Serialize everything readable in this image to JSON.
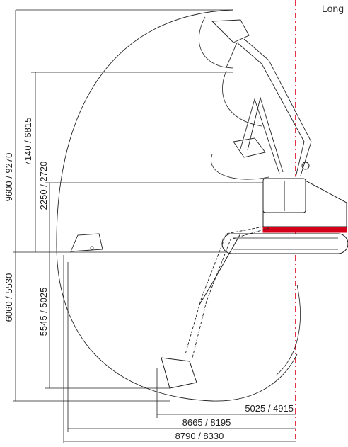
{
  "corner_label": "Long",
  "vertical_dims": {
    "max_reach_height": "9600 / 9270",
    "max_dump_height": "7140 / 6815",
    "min_dump_height": "2250 / 2720",
    "max_dig_depth": "6060 / 5530",
    "vertical_wall_depth": "5545 / 5025"
  },
  "horizontal_dims": {
    "min_radius": "5025 / 4915",
    "max_reach_ground": "8665 / 8195",
    "max_reach": "8790 / 8330"
  },
  "colors": {
    "line": "#222222",
    "centerline": "#e0001b",
    "undercarriage_stripe": "#d4001a"
  }
}
